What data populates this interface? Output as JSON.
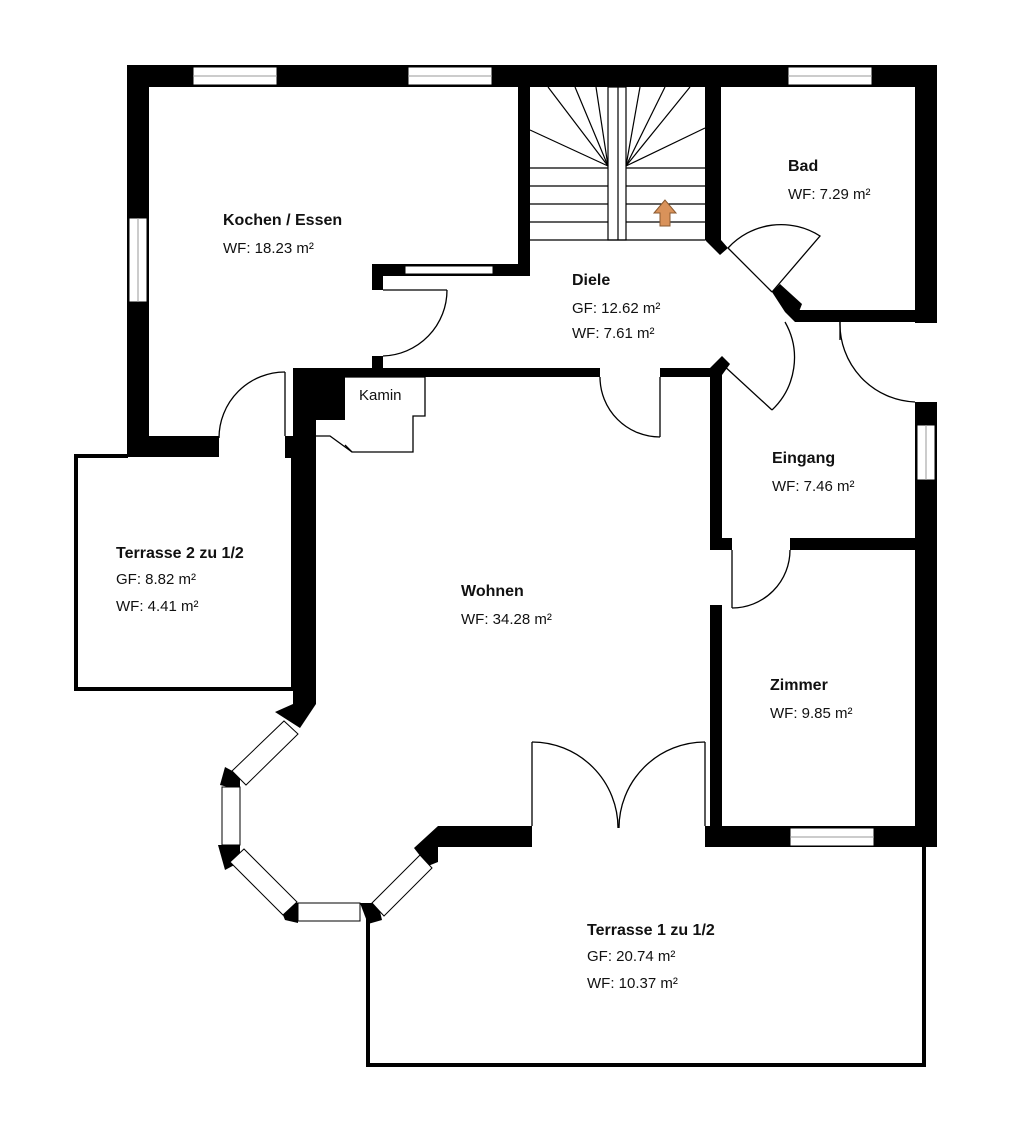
{
  "rooms": {
    "kochen": {
      "name": "Kochen / Essen",
      "wf": "WF: 18.23 m²"
    },
    "diele": {
      "name": "Diele",
      "gf": "GF: 12.62 m²",
      "wf": "WF: 7.61 m²"
    },
    "bad": {
      "name": "Bad",
      "wf": "WF: 7.29 m²"
    },
    "eingang": {
      "name": "Eingang",
      "wf": "WF: 7.46 m²"
    },
    "wohnen": {
      "name": "Wohnen",
      "wf": "WF: 34.28 m²"
    },
    "zimmer": {
      "name": "Zimmer",
      "wf": "WF: 9.85 m²"
    },
    "terrasse2": {
      "name": "Terrasse 2 zu 1/2",
      "gf": "GF: 8.82 m²",
      "wf": "WF: 4.41 m²"
    },
    "terrasse1": {
      "name": "Terrasse 1 zu 1/2",
      "gf": "GF: 20.74 m²",
      "wf": "WF: 10.37 m²"
    }
  },
  "kamin_label": "Kamin",
  "colors": {
    "wall": "#000000",
    "stair_arrow": "#d9925a",
    "background": "#ffffff"
  }
}
